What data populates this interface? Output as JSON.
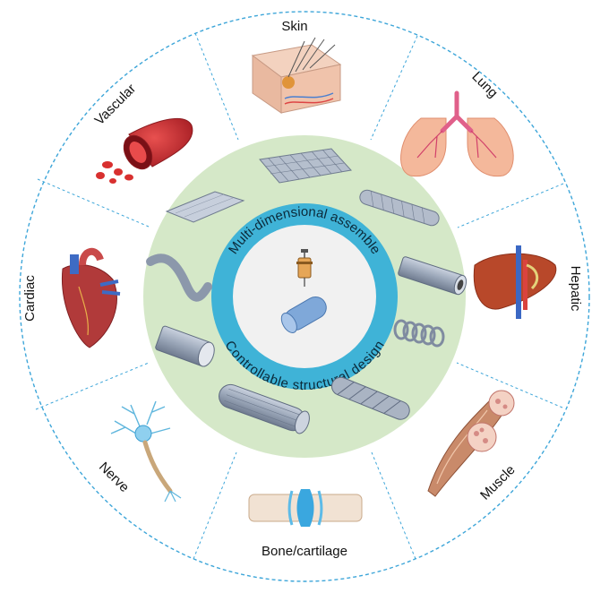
{
  "center": {
    "top_text": "Multi-dimensional assemble",
    "bottom_text": "Controllable structural design"
  },
  "tissues": [
    {
      "label": "Skin"
    },
    {
      "label": "Lung"
    },
    {
      "label": "Hepatic"
    },
    {
      "label": "Muscle"
    },
    {
      "label": "Bone/cartilage"
    },
    {
      "label": "Nerve"
    },
    {
      "label": "Cardiac"
    },
    {
      "label": "Vascular"
    }
  ],
  "colors": {
    "outer_ring_dash": "#3ea6d9",
    "green_ring": "#d5e8c8",
    "blue_ring": "#3fb3d7",
    "inner_disc": "#f1f1f1",
    "scaffold": "#9aa6b8"
  }
}
